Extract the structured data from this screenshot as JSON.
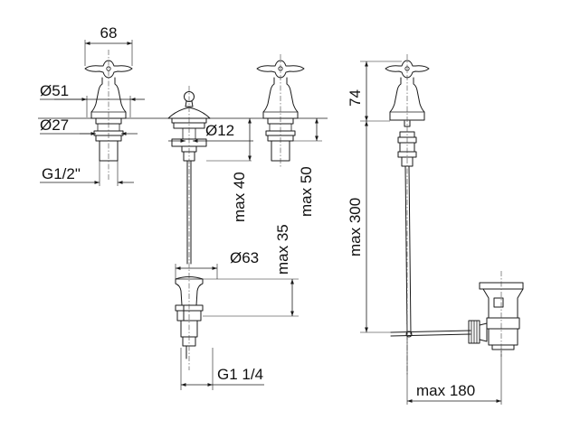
{
  "labels": {
    "width_68": "68",
    "dia_51": "Ø51",
    "dia_27": "Ø27",
    "thread_g12": "G1/2\"",
    "dia_12": "Ø12",
    "max_40": "max 40",
    "max_50": "max 50",
    "max_35": "max 35",
    "dia_63": "Ø63",
    "thread_g114": "G1 1/4",
    "height_74": "74",
    "max_300": "max 300",
    "max_180": "max 180"
  }
}
